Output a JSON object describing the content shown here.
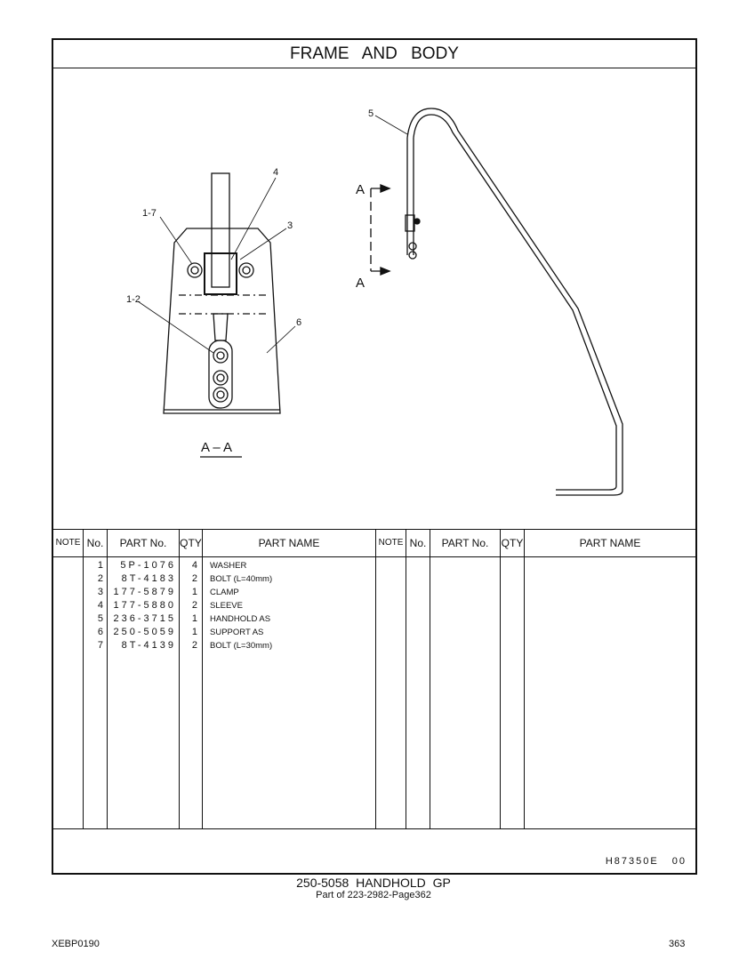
{
  "title": "FRAME AND BODY",
  "drawing": {
    "callouts": [
      "1-7",
      "4",
      "3",
      "1-2",
      "6",
      "5"
    ],
    "section_marks": [
      "A",
      "A"
    ],
    "section_label": "A – A"
  },
  "table": {
    "headers": [
      "NOTE",
      "No.",
      "PART No.",
      "QTY",
      "PART NAME",
      "NOTE",
      "No.",
      "PART No.",
      "QTY",
      "PART NAME"
    ],
    "rows": [
      {
        "no": "1",
        "part_no": "5P-1076",
        "qty": "4",
        "name": "WASHER"
      },
      {
        "no": "2",
        "part_no": "8T-4183",
        "qty": "2",
        "name": "BOLT (L=40mm)"
      },
      {
        "no": "3",
        "part_no": "177-5879",
        "qty": "1",
        "name": "CLAMP"
      },
      {
        "no": "4",
        "part_no": "177-5880",
        "qty": "2",
        "name": "SLEEVE"
      },
      {
        "no": "5",
        "part_no": "236-3715",
        "qty": "1",
        "name": "HANDHOLD AS"
      },
      {
        "no": "6",
        "part_no": "250-5059",
        "qty": "1",
        "name": "SUPPORT AS"
      },
      {
        "no": "7",
        "part_no": "8T-4139",
        "qty": "2",
        "name": "BOLT (L=30mm)"
      }
    ]
  },
  "illustration_code": "H87350E 00",
  "group": {
    "title": "250-5058 HANDHOLD GP",
    "subtitle": "Part of 223-2982-Page362"
  },
  "footer": {
    "doc_id": "XEBP0190",
    "page": "363"
  }
}
